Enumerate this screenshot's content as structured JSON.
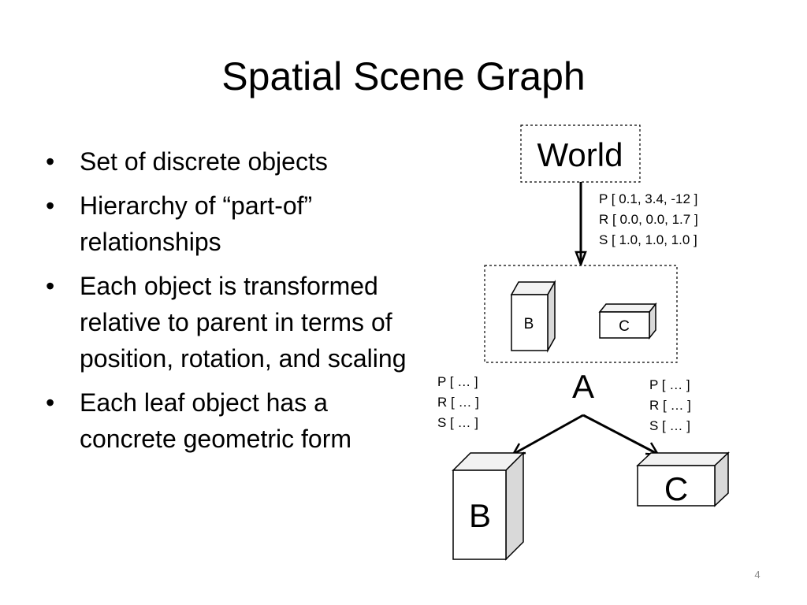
{
  "slide": {
    "title": "Spatial Scene Graph",
    "page_number": "4",
    "bullets": [
      "Set of discrete objects",
      "Hierarchy of “part-of” relationships",
      "Each object is transformed relative to parent in terms of position, rotation, and scaling",
      "Each leaf object has a concrete geometric form"
    ]
  },
  "diagram": {
    "world_label": "World",
    "node_a_label": "A",
    "node_b_label": "B",
    "node_c_label": "C",
    "inner_b_label": "B",
    "inner_c_label": "C",
    "world_transform": [
      "P [ 0.1, 3.4, -12 ]",
      "R [ 0.0, 0.0, 1.7 ]",
      "S [ 1.0, 1.0, 1.0 ]"
    ],
    "b_transform": [
      "P [ … ]",
      "R [ … ]",
      "S [ … ]"
    ],
    "c_transform": [
      "P [ … ]",
      "R [ … ]",
      "S [ … ]"
    ]
  }
}
